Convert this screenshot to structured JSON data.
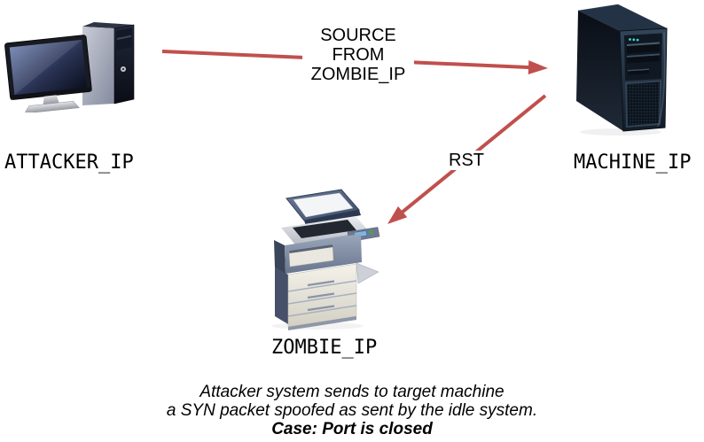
{
  "colors": {
    "arrow": "#c0504d",
    "text": "#000000",
    "background": "#ffffff"
  },
  "nodes": {
    "attacker": {
      "label": "ATTACKER_IP",
      "icon": "desktop-computer-icon"
    },
    "machine": {
      "label": "MACHINE_IP",
      "icon": "server-tower-icon"
    },
    "zombie": {
      "label": "ZOMBIE_IP",
      "icon": "copier-printer-icon"
    }
  },
  "edges": {
    "syn": {
      "from": "attacker",
      "to": "machine",
      "label_lines": [
        "SOURCE",
        "FROM",
        "ZOMBIE_IP"
      ]
    },
    "rst": {
      "from": "machine",
      "to": "zombie",
      "label": "RST"
    }
  },
  "caption": {
    "lines": [
      "Attacker system sends to target machine",
      "a SYN packet spoofed as sent by the idle system.",
      "Case: Port is closed"
    ]
  }
}
